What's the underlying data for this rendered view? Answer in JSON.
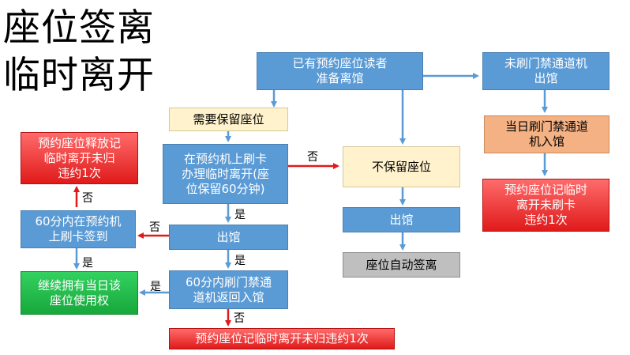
{
  "title": {
    "line1": "座位签离",
    "line2": "临时离开"
  },
  "nodes": {
    "start": "已有预约座位读者\n准备离馆",
    "no_swipe": "未刷门禁通道机\n出馆",
    "same_day_swipe": "当日刷门禁通道\n机入馆",
    "record_violation_right": "预约座位记临时\n离开未刷卡\n违约1次",
    "need_keep": "需要保留座位",
    "swipe_temp_leave": "在预约机上刷卡\n办理临时离开(座\n位保留60分钟)",
    "not_keep": "不保留座位",
    "exit_right": "出馆",
    "auto_checkout": "座位自动签离",
    "exit_center": "出馆",
    "return_in_60": "60分内刷门禁通\n道机返回入馆",
    "record_violation_bottom": "预约座位记临时离开未归违约1次",
    "checkin_60": "60分内在预约机\n上刷卡签到",
    "release_violation": "预约座位释放记\n临时离开未归\n违约1次",
    "keep_using": "继续拥有当日该\n座位使用权"
  },
  "edge_labels": {
    "no_1": "否",
    "yes_1": "是",
    "no_2": "否",
    "yes_2": "是",
    "no_3": "否",
    "no_4": "否",
    "yes_3": "是",
    "yes_4": "是"
  },
  "colors": {
    "blue": "#5b9bd5",
    "cream": "#fff2cc",
    "orange": "#f4b183",
    "gray": "#bfbfbf",
    "red": "#e01a1a",
    "green": "#17a83b",
    "arrow_blue": "#5b9bd5",
    "arrow_red": "#e01a1a"
  }
}
